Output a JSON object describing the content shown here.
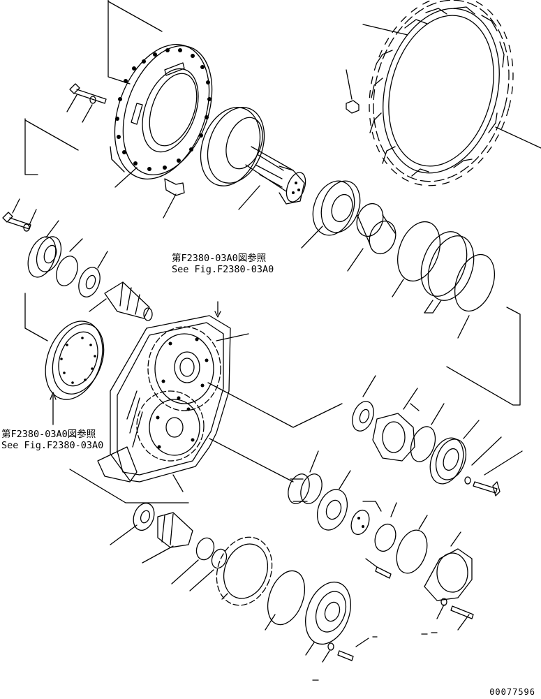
{
  "references": {
    "top": {
      "jp": "第F2380-03A0図参照",
      "en": "See Fig.F2380-03A0"
    },
    "left": {
      "jp": "第F2380-03A0図参照",
      "en": "See Fig.F2380-03A0"
    }
  },
  "drawing_code": "00077596",
  "colors": {
    "ink": "#000000",
    "paper": "#ffffff"
  }
}
